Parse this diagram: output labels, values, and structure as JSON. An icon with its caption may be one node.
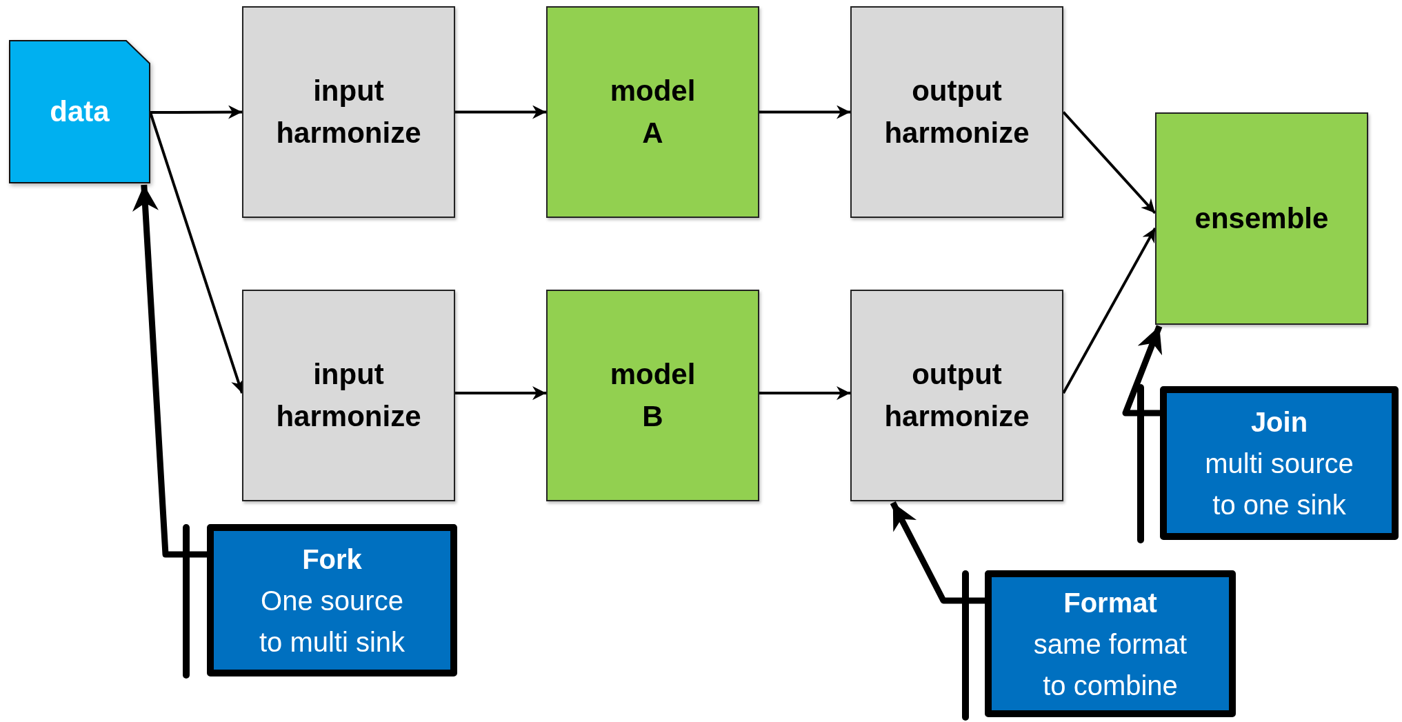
{
  "diagram": {
    "nodes": [
      {
        "text": [
          "data"
        ]
      },
      {
        "text": [
          "input harmonize"
        ]
      },
      {
        "text": [
          "model A"
        ]
      },
      {
        "text": [
          "output harmonize"
        ]
      },
      {
        "text": [
          "ensemble"
        ]
      },
      {
        "text": [
          "input harmonize"
        ]
      },
      {
        "text": [
          "model B"
        ]
      },
      {
        "text": [
          "output harmonize"
        ]
      },
      {
        "text": [
          "Fork",
          "One source to multi sink"
        ]
      },
      {
        "text": [
          "Format",
          "same format to combine"
        ]
      },
      {
        "text": [
          "Join",
          "multi source to one sink"
        ]
      }
    ],
    "edges": [
      {
        "from": 0,
        "to": 1,
        "arrow": "to"
      },
      {
        "from": 1,
        "to": 2,
        "arrow": "to"
      },
      {
        "from": 2,
        "to": 3,
        "arrow": "to"
      },
      {
        "from": 3,
        "to": 4,
        "arrow": "to"
      },
      {
        "from": 0,
        "to": 5,
        "arrow": "to"
      },
      {
        "from": 5,
        "to": 6,
        "arrow": "to"
      },
      {
        "from": 6,
        "to": 7,
        "arrow": "to"
      },
      {
        "from": 7,
        "to": 4,
        "arrow": "to"
      },
      {
        "from": 8,
        "to": 0,
        "arrow": "to",
        "style": "thick"
      },
      {
        "from": 9,
        "to": 7,
        "arrow": "to",
        "style": "thick"
      },
      {
        "from": 10,
        "to": 4,
        "arrow": "to",
        "style": "thick"
      }
    ]
  }
}
